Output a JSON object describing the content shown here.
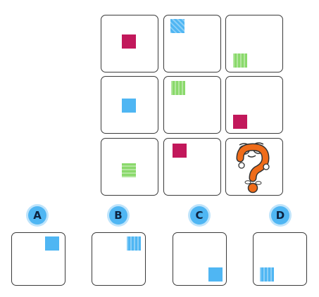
{
  "colors": {
    "magenta": "#c2185b",
    "blue": "#4fb6f3",
    "green": "#8ad96b",
    "badge": "#4fb6f3"
  },
  "grid": {
    "rows": [
      [
        {
          "shape": "square",
          "color": "magenta",
          "position": "center"
        },
        {
          "shape": "square",
          "color": "blue",
          "position": "top-left"
        },
        {
          "shape": "square",
          "color": "green",
          "position": "bottom-left"
        }
      ],
      [
        {
          "shape": "square",
          "color": "blue",
          "position": "center"
        },
        {
          "shape": "square",
          "color": "green",
          "position": "top-left"
        },
        {
          "shape": "square",
          "color": "magenta",
          "position": "bottom-left"
        }
      ],
      [
        {
          "shape": "square",
          "color": "green",
          "position": "center"
        },
        {
          "shape": "square",
          "color": "magenta",
          "position": "top-left"
        },
        {
          "shape": "question-mark-icon",
          "position": "missing"
        }
      ]
    ]
  },
  "options": [
    {
      "label": "A",
      "color": "blue",
      "position": "top-right"
    },
    {
      "label": "B",
      "color": "blue",
      "position": "top-right"
    },
    {
      "label": "C",
      "color": "blue",
      "position": "bottom-right"
    },
    {
      "label": "D",
      "color": "blue",
      "position": "bottom-left"
    }
  ]
}
